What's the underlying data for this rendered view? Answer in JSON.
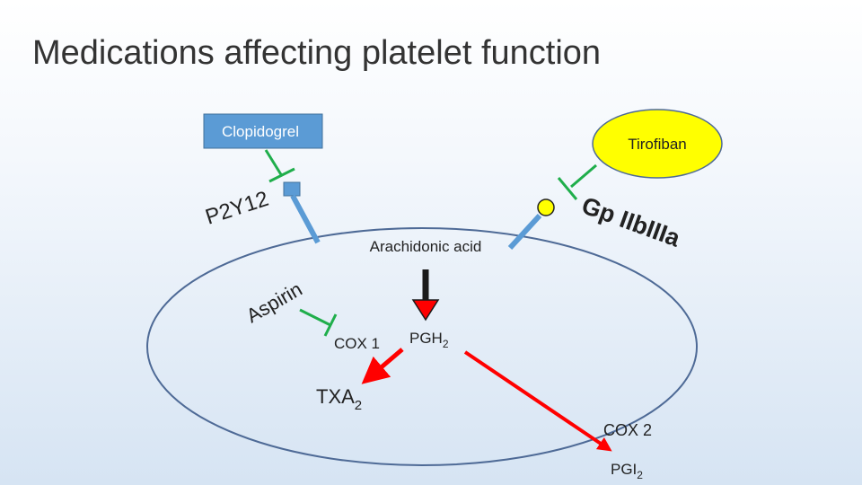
{
  "slide": {
    "title": "Medications affecting platelet function"
  },
  "diagram": {
    "drugs": {
      "clopidogrel": "Clopidogrel",
      "tirofiban": "Tirofiban",
      "aspirin": "Aspirin"
    },
    "receptors": {
      "p2y12": "P2Y12",
      "gp_iib_iiia": "Gp IIbIIIa"
    },
    "pathway": {
      "arachidonic_acid": "Arachidonic acid",
      "cox1": "COX 1",
      "pgh2_base": "PGH",
      "pgh2_sub": "2",
      "txa2_base": "TXA",
      "txa2_sub": "2",
      "cox2": "COX 2",
      "pgi2_base": "PGI",
      "pgi2_sub": "2"
    },
    "colors": {
      "cell_outline": "#4e6a96",
      "drug_box": "#5b9bd5",
      "tirofiban_fill": "#ffff00",
      "inhibitor": "#1fae4b",
      "arrow": "#ff0000",
      "receptor_stalk": "#5b9bd5"
    }
  }
}
